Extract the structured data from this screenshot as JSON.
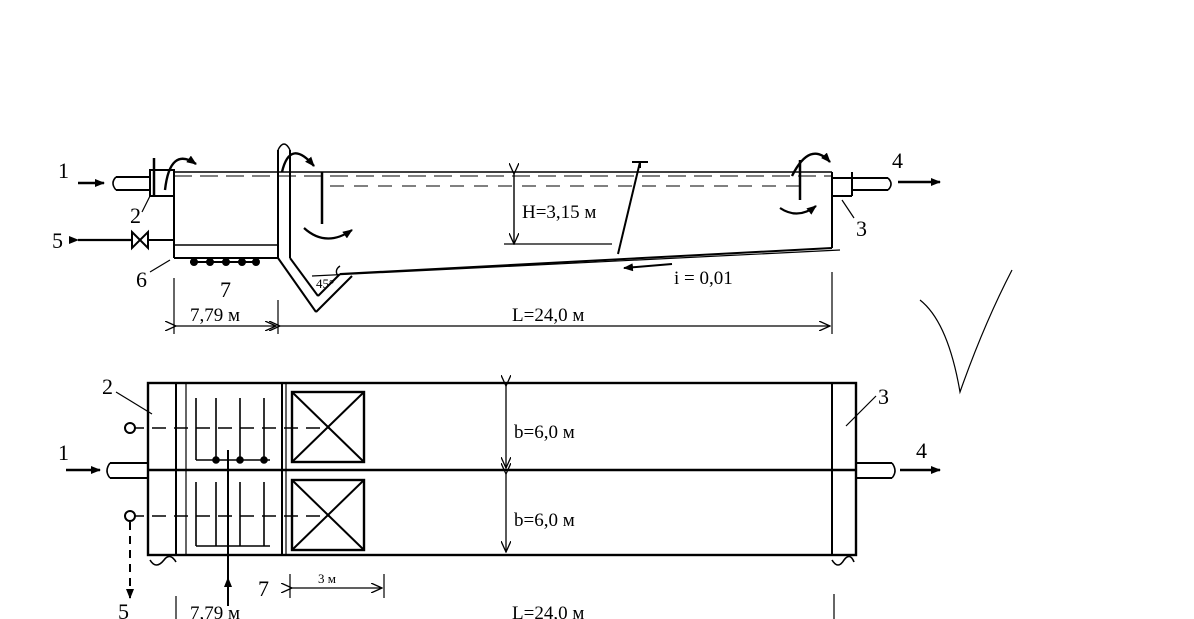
{
  "labels": {
    "n1_top": "1",
    "n2_top": "2",
    "n3_top": "3",
    "n4_top": "4",
    "n5_top": "5",
    "n6_top": "6",
    "n7_top": "7",
    "n1_bot": "1",
    "n2_bot": "2",
    "n3_bot": "3",
    "n4_bot": "4",
    "n5_bot": "5",
    "n7_bot": "7"
  },
  "dimensions": {
    "depth": "H=3,15 м",
    "slope": "i = 0,01",
    "angle": "45°",
    "inlet_len_top": "7,79 м",
    "length_top": "L=24,0 м",
    "width_1": "b=6,0 м",
    "width_2": "b=6,0 м",
    "grit_len": "3 м",
    "inlet_len_bot": "7,79 м",
    "length_bot": "L=24,0 м"
  },
  "colors": {
    "ink": "#000000",
    "paper": "#ffffff"
  }
}
